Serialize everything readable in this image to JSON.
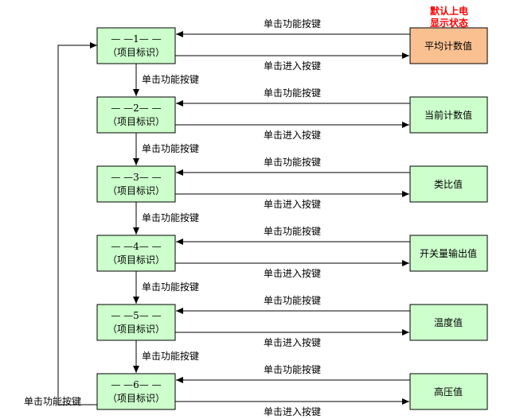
{
  "note": {
    "lines": [
      "默认上电",
      "显示状态"
    ],
    "color": "#ff0000"
  },
  "colors": {
    "left_node_fill": "#ccffcc",
    "right_node_fill": "#ccffcc",
    "highlight_fill": "#fac090",
    "line": "#000000"
  },
  "edge_labels": {
    "press_function": "单击功能按键",
    "press_enter": "单击进入按键"
  },
  "items": [
    {
      "menu_label": "— —1— —",
      "menu_sublabel": "（项目标识）",
      "display": "平均计数值",
      "highlight": true
    },
    {
      "menu_label": "— —2— —",
      "menu_sublabel": "（项目标识）",
      "display": "当前计数值",
      "highlight": false
    },
    {
      "menu_label": "— —3— —",
      "menu_sublabel": "（项目标识）",
      "display": "类比值",
      "highlight": false
    },
    {
      "menu_label": "— —4— —",
      "menu_sublabel": "（项目标识）",
      "display": "开关量输出值",
      "highlight": false
    },
    {
      "menu_label": "— —5— —",
      "menu_sublabel": "（项目标识）",
      "display": "温度值",
      "highlight": false
    },
    {
      "menu_label": "— —6— —",
      "menu_sublabel": "（项目标识）",
      "display": "高压值",
      "highlight": false
    }
  ],
  "loop_label": "单击功能按键"
}
